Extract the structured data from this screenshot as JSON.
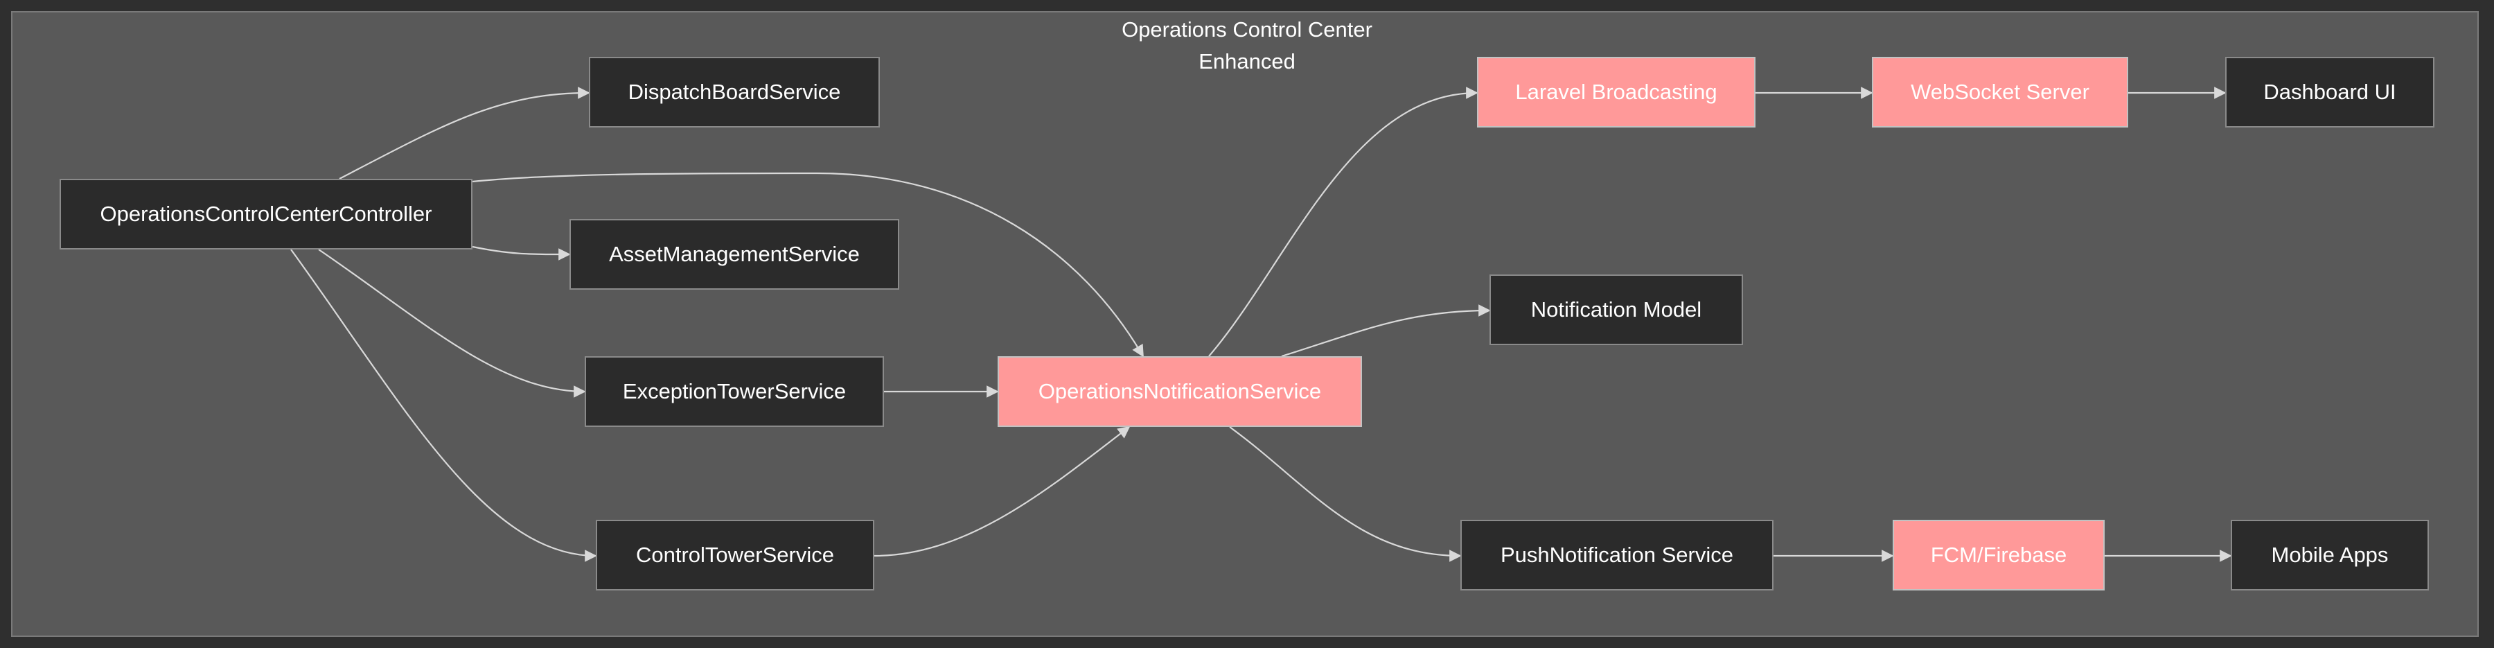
{
  "diagram": {
    "title": "Operations Control Center\nEnhanced",
    "colors": {
      "background": "#595959",
      "node_dark": "#2b2b2b",
      "node_highlight": "#ff9999",
      "edge": "#d9d9d9",
      "text": "#ffffff"
    },
    "nodes": [
      {
        "id": "controller",
        "label": "OperationsControlCenterController",
        "style": "dark"
      },
      {
        "id": "dispatch",
        "label": "DispatchBoardService",
        "style": "dark"
      },
      {
        "id": "asset",
        "label": "AssetManagementService",
        "style": "dark"
      },
      {
        "id": "exception",
        "label": "ExceptionTowerService",
        "style": "dark"
      },
      {
        "id": "control",
        "label": "ControlTowerService",
        "style": "dark"
      },
      {
        "id": "opsnotif",
        "label": "OperationsNotificationService",
        "style": "highlight"
      },
      {
        "id": "laravel",
        "label": "Laravel Broadcasting",
        "style": "highlight"
      },
      {
        "id": "websocket",
        "label": "WebSocket Server",
        "style": "highlight"
      },
      {
        "id": "dashboard",
        "label": "Dashboard UI",
        "style": "dark"
      },
      {
        "id": "notifmodel",
        "label": "Notification Model",
        "style": "dark"
      },
      {
        "id": "push",
        "label": "PushNotification Service",
        "style": "dark"
      },
      {
        "id": "fcm",
        "label": "FCM/Firebase",
        "style": "highlight"
      },
      {
        "id": "mobile",
        "label": "Mobile Apps",
        "style": "dark"
      }
    ],
    "edges": [
      {
        "from": "controller",
        "to": "dispatch"
      },
      {
        "from": "controller",
        "to": "asset"
      },
      {
        "from": "controller",
        "to": "exception"
      },
      {
        "from": "controller",
        "to": "control"
      },
      {
        "from": "controller",
        "to": "opsnotif"
      },
      {
        "from": "exception",
        "to": "opsnotif"
      },
      {
        "from": "control",
        "to": "opsnotif"
      },
      {
        "from": "opsnotif",
        "to": "laravel"
      },
      {
        "from": "opsnotif",
        "to": "notifmodel"
      },
      {
        "from": "opsnotif",
        "to": "push"
      },
      {
        "from": "laravel",
        "to": "websocket"
      },
      {
        "from": "websocket",
        "to": "dashboard"
      },
      {
        "from": "push",
        "to": "fcm"
      },
      {
        "from": "fcm",
        "to": "mobile"
      }
    ]
  }
}
